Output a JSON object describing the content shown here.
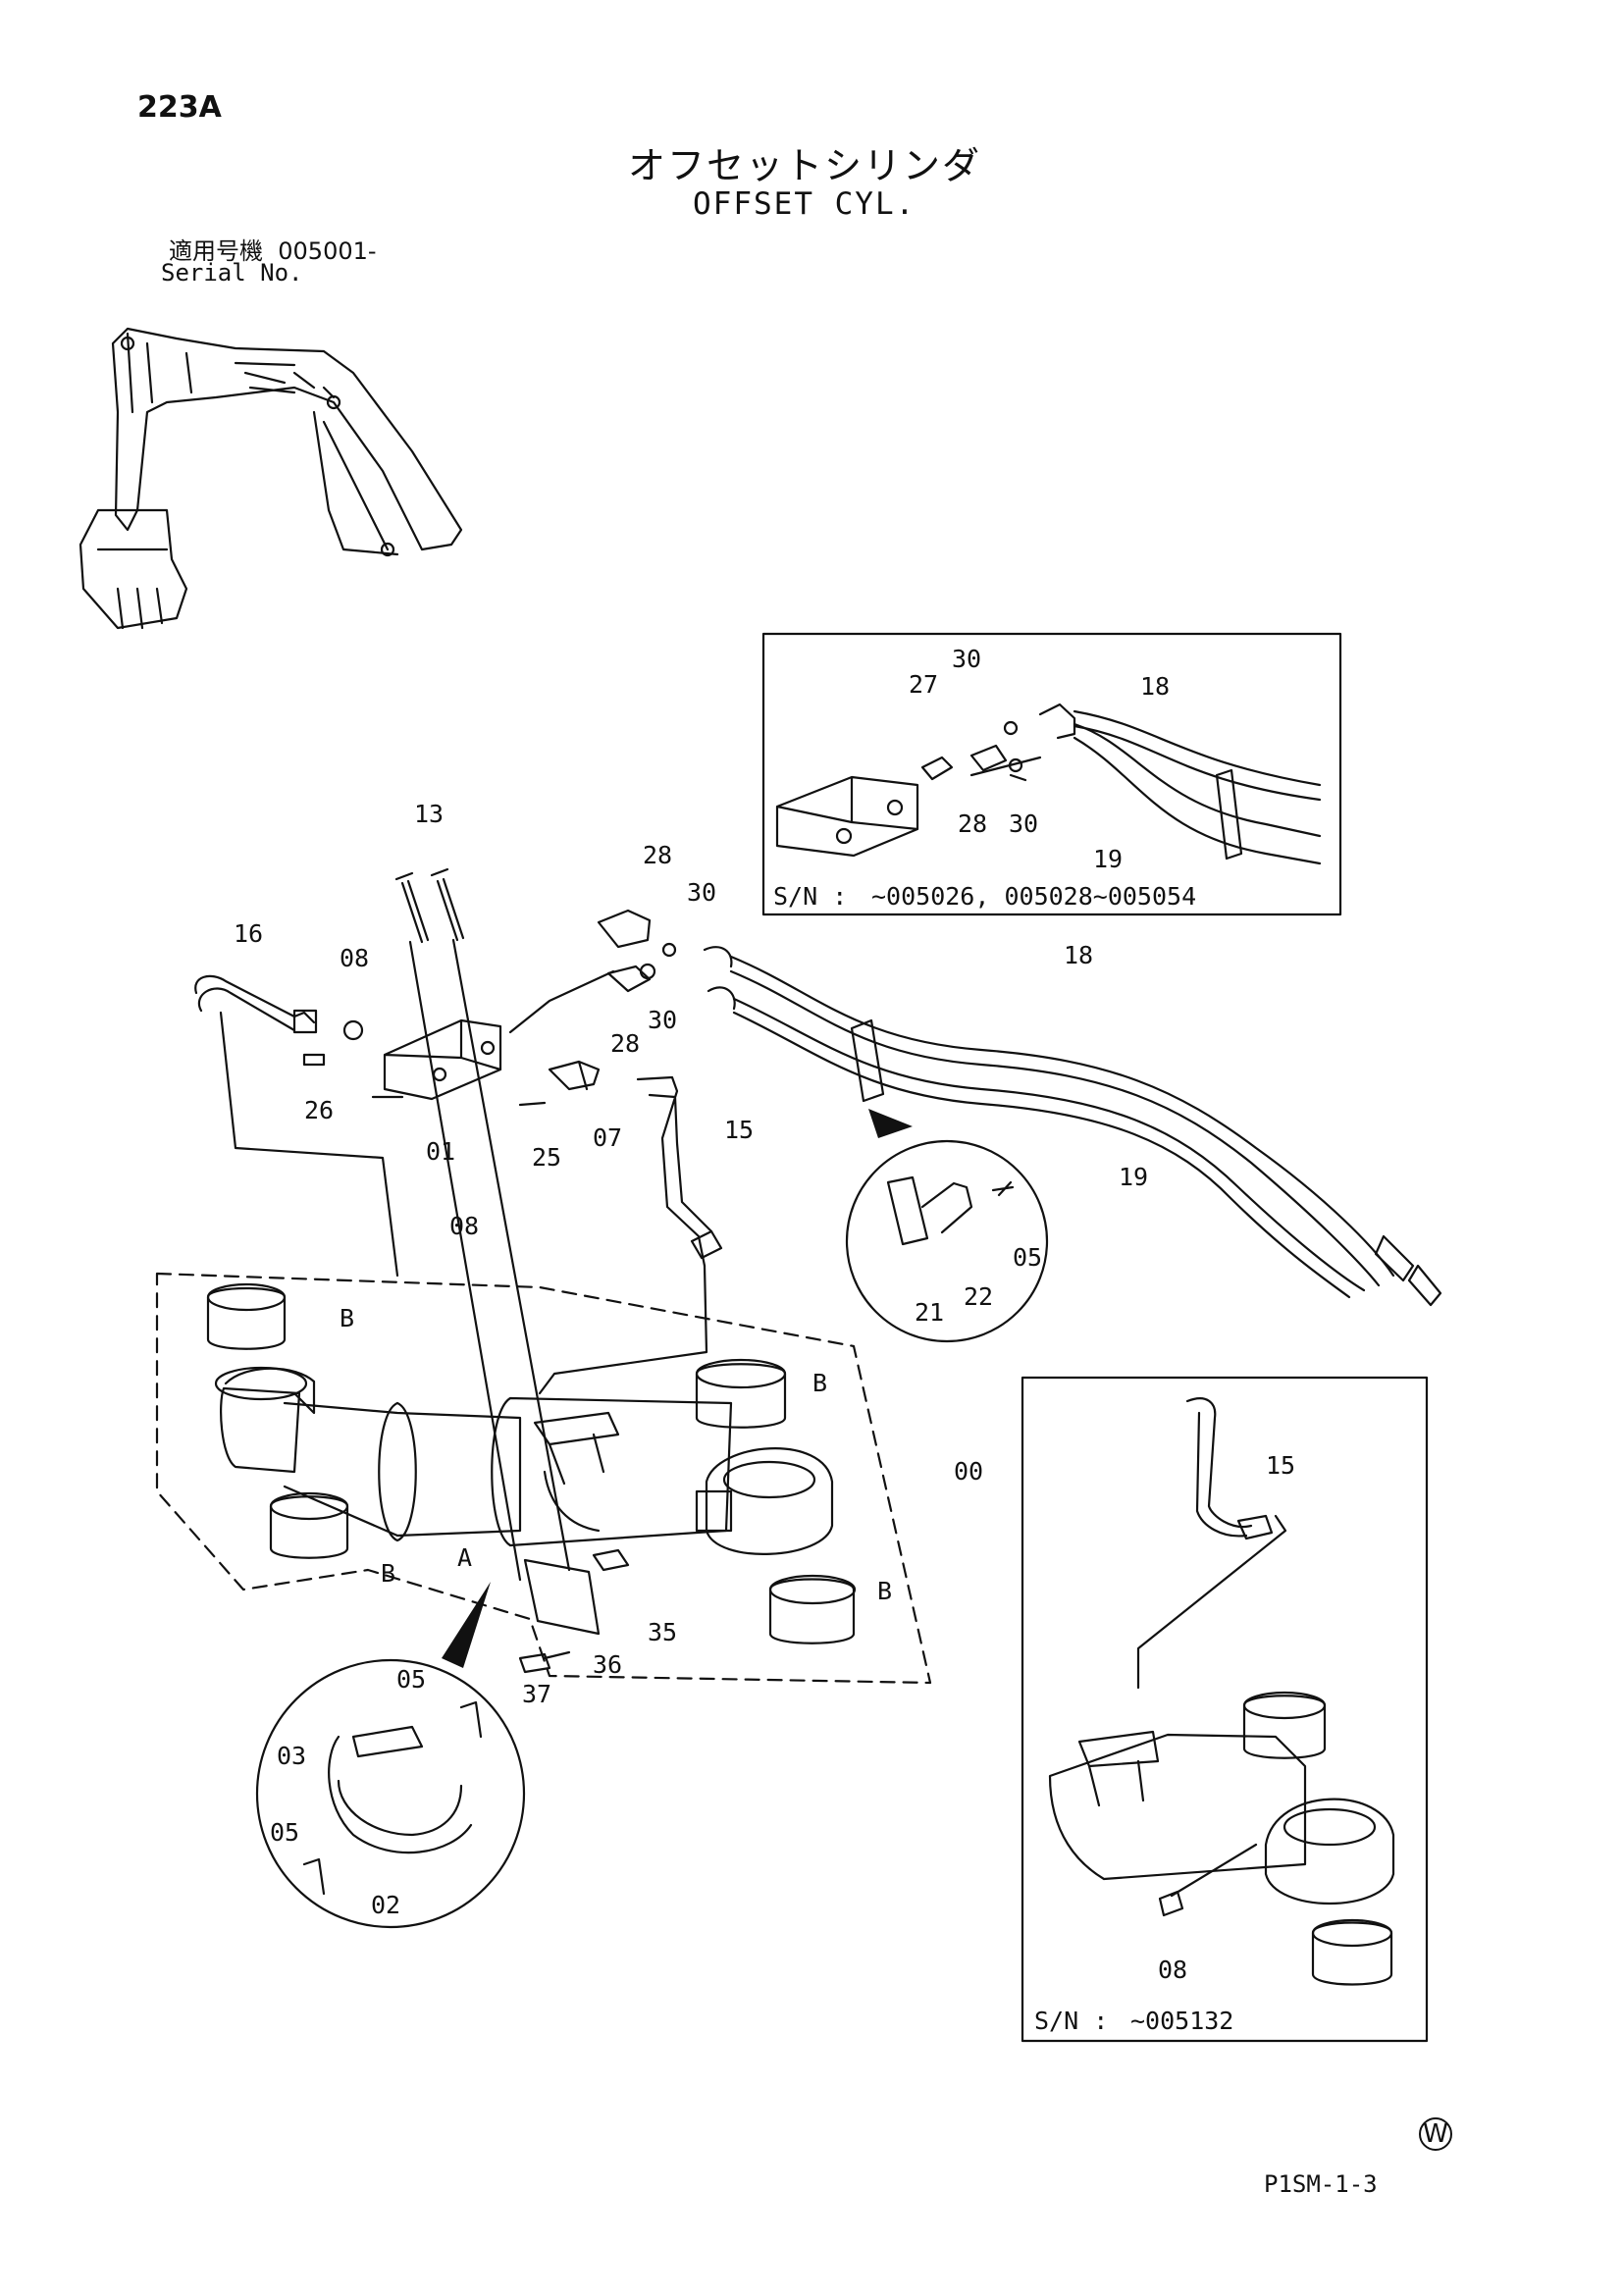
{
  "page_number": "223A",
  "title_jp": "オフセットシリンダ",
  "title_en": "OFFSET CYL.",
  "serial": {
    "label_jp": "適用号機",
    "value": "005001-",
    "label_en": "Serial No."
  },
  "main_callouts": [
    {
      "id": "c13",
      "label": "13"
    },
    {
      "id": "c16",
      "label": "16"
    },
    {
      "id": "c08a",
      "label": "08"
    },
    {
      "id": "c28a",
      "label": "28"
    },
    {
      "id": "c30a",
      "label": "30"
    },
    {
      "id": "c28b",
      "label": "28"
    },
    {
      "id": "c30b",
      "label": "30"
    },
    {
      "id": "c26",
      "label": "26"
    },
    {
      "id": "c01",
      "label": "01"
    },
    {
      "id": "c25",
      "label": "25"
    },
    {
      "id": "c07",
      "label": "07"
    },
    {
      "id": "c15",
      "label": "15"
    },
    {
      "id": "c18",
      "label": "18"
    },
    {
      "id": "c19",
      "label": "19"
    },
    {
      "id": "c08b",
      "label": "08"
    },
    {
      "id": "c00",
      "label": "00"
    },
    {
      "id": "cB1",
      "label": "B"
    },
    {
      "id": "cB2",
      "label": "B"
    },
    {
      "id": "cB3",
      "label": "B"
    },
    {
      "id": "cB4",
      "label": "B"
    },
    {
      "id": "cA",
      "label": "A"
    },
    {
      "id": "c35",
      "label": "35"
    },
    {
      "id": "c36",
      "label": "36"
    },
    {
      "id": "c37",
      "label": "37"
    }
  ],
  "clamp_detail_callouts": [
    {
      "id": "d05a",
      "label": "05"
    },
    {
      "id": "d03",
      "label": "03"
    },
    {
      "id": "d05b",
      "label": "05"
    },
    {
      "id": "d02",
      "label": "02"
    }
  ],
  "clip_detail_callouts": [
    {
      "id": "e05",
      "label": "05"
    },
    {
      "id": "e21",
      "label": "21"
    },
    {
      "id": "e22",
      "label": "22"
    }
  ],
  "inset_top": {
    "callouts": [
      {
        "id": "i27",
        "label": "27"
      },
      {
        "id": "i30a",
        "label": "30"
      },
      {
        "id": "i18",
        "label": "18"
      },
      {
        "id": "i28",
        "label": "28"
      },
      {
        "id": "i30b",
        "label": "30"
      },
      {
        "id": "i19",
        "label": "19"
      }
    ],
    "sn_label": "S/N :",
    "sn_value": "~005026, 005028~005054"
  },
  "inset_bottom": {
    "callouts": [
      {
        "id": "j15",
        "label": "15"
      },
      {
        "id": "j08",
        "label": "08"
      }
    ],
    "sn_label": "S/N :",
    "sn_value": "~005132"
  },
  "watermark_symbol": "W",
  "page_code": "P1SM-1-3"
}
